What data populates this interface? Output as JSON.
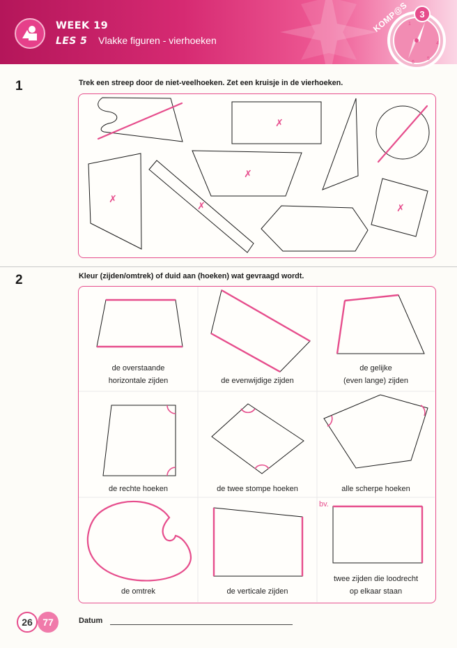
{
  "header": {
    "week_label": "WEEK",
    "week_number": "19",
    "les_label": "LES",
    "les_number": "5",
    "lesson_title": "Vlakke figuren - vierhoeken",
    "brand_logo_text": "KOMP@S",
    "compass_numbers": [
      "1",
      "2",
      "3",
      "4",
      "5",
      "6"
    ],
    "colors": {
      "header_dark": "#b4165a",
      "header_light": "#fbd6e5",
      "accent": "#e64d8c"
    }
  },
  "exercise1": {
    "number": "1",
    "instruction": "Trek een streep door de niet-veelhoeken. Zet een kruisje in de vierhoeken.",
    "mark_symbol": "✗"
  },
  "exercise2": {
    "number": "2",
    "instruction": "Kleur (zijden/omtrek) of duid aan (hoeken) wat gevraagd wordt.",
    "cells": [
      {
        "caption_line1": "de overstaande",
        "caption_line2": "horizontale zijden"
      },
      {
        "caption_line1": "",
        "caption_line2": "de evenwijdige zijden"
      },
      {
        "caption_line1": "de gelijke",
        "caption_line2": "(even lange) zijden"
      },
      {
        "caption_line1": "",
        "caption_line2": "de rechte hoeken"
      },
      {
        "caption_line1": "",
        "caption_line2": "de twee stompe hoeken"
      },
      {
        "caption_line1": "",
        "caption_line2": "alle scherpe hoeken"
      },
      {
        "caption_line1": "",
        "caption_line2": "de omtrek"
      },
      {
        "caption_line1": "",
        "caption_line2": "de verticale zijden"
      },
      {
        "caption_line1": "twee zijden die loodrecht",
        "caption_line2": "op elkaar staan"
      }
    ],
    "example_label": "bv."
  },
  "footer": {
    "page_left": "26",
    "page_right": "77",
    "datum_label": "Datum"
  }
}
